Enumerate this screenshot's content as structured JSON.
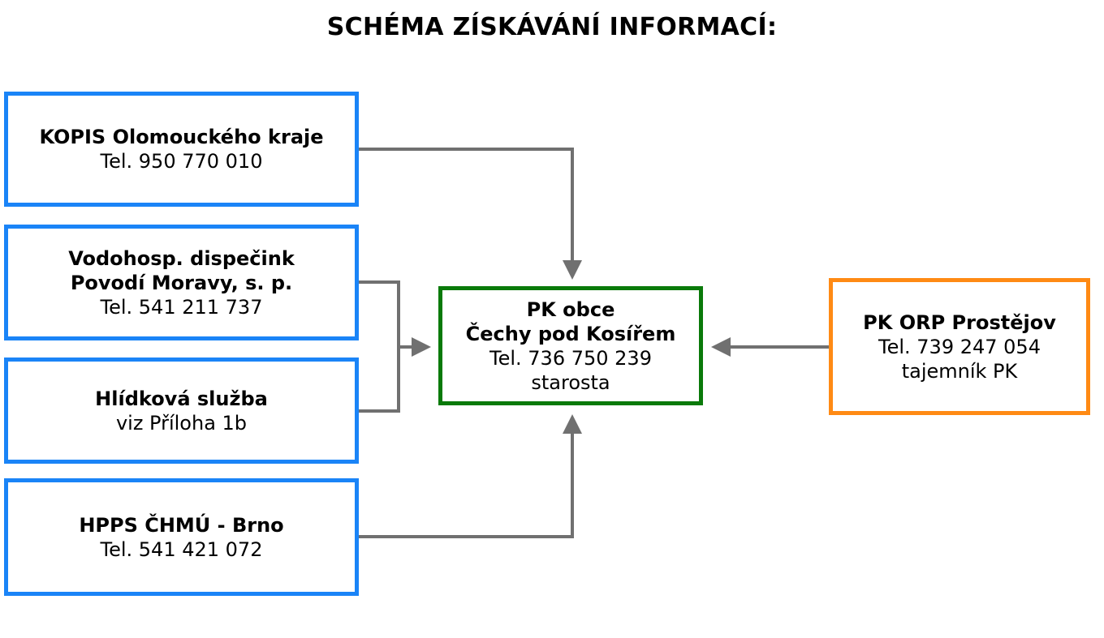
{
  "title": "SCHÉMA ZÍSKÁVÁNÍ INFORMACÍ:",
  "colors": {
    "source_border": "#1a84f7",
    "center_border": "#0a7a0a",
    "orp_border": "#ff8a14",
    "connector": "#707070"
  },
  "sources": {
    "kopis": {
      "name": "KOPIS Olomouckého kraje",
      "phone": "Tel. 950 770 010"
    },
    "vodohosp": {
      "name_line1": "Vodohosp. dispečink",
      "name_line2": "Povodí Moravy, s. p.",
      "phone": "Tel. 541 211 737"
    },
    "hlidkova": {
      "name": "Hlídková služba",
      "note": "viz Příloha 1b"
    },
    "hpps": {
      "name": "HPPS ČHMÚ - Brno",
      "phone": "Tel. 541 421 072"
    }
  },
  "center": {
    "name_line1": "PK obce",
    "name_line2": "Čechy pod Kosířem",
    "phone": "Tel. 736 750 239",
    "role": "starosta"
  },
  "orp": {
    "name": "PK ORP Prostějov",
    "phone": "Tel. 739 247 054",
    "role": "tajemník PK"
  }
}
